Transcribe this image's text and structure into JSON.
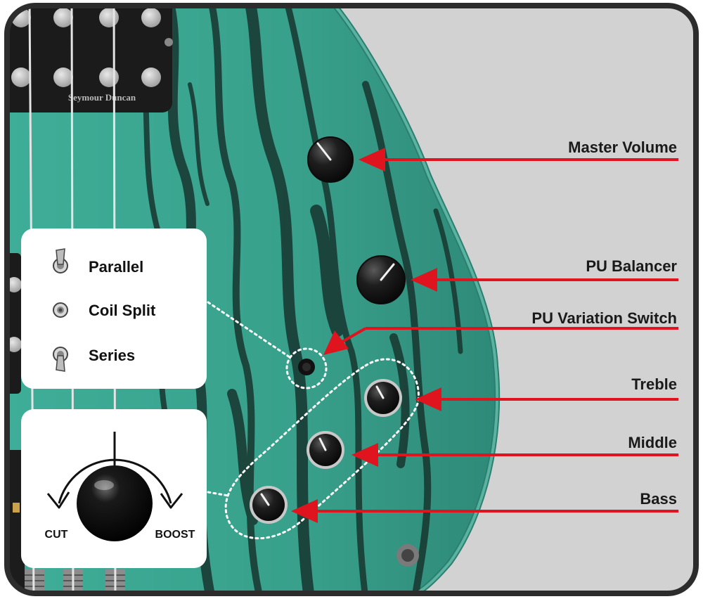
{
  "pickup": {
    "brand": "Seymour Duncan"
  },
  "labels": {
    "master_volume": "Master Volume",
    "pu_balancer": "PU Balancer",
    "pu_variation_switch": "PU Variation Switch",
    "treble": "Treble",
    "middle": "Middle",
    "bass": "Bass"
  },
  "switch_legend": {
    "items": [
      "Parallel",
      "Coil Split",
      "Series"
    ],
    "icons": [
      "toggle-up-icon",
      "toggle-center-icon",
      "toggle-down-icon"
    ]
  },
  "knob_legend": {
    "cut": "CUT",
    "boost": "BOOST"
  },
  "colors": {
    "arrow": "#e0141e",
    "body": "#3a9f8c",
    "grain": "#17362f",
    "background": "#d2d2d2",
    "frame": "#2c2c2c"
  }
}
